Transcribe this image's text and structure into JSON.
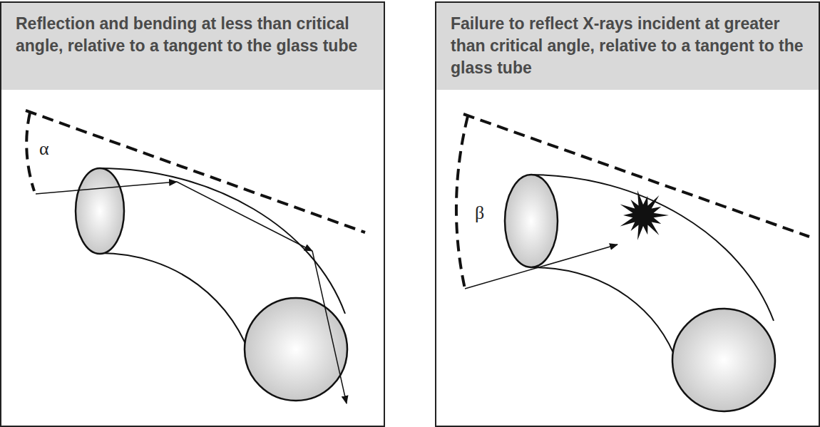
{
  "diagram": {
    "nodes": [
      {
        "text": [
          "Reflection and bending at less than critical angle, relative to a tangent to the glass tube"
        ]
      },
      {
        "text": [
          "Failure to reflect X-rays incident at greater than critical angle, relative to a tangent to the glass tube"
        ]
      }
    ],
    "labels": [
      "α",
      "β"
    ]
  }
}
